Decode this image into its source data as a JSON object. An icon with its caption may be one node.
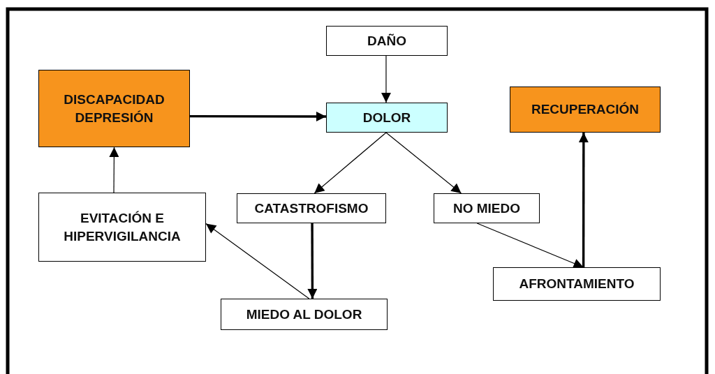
{
  "diagram": {
    "nodes": [
      {
        "text": [
          "DAÑO"
        ]
      },
      {
        "text": [
          "DISCAPACIDAD DEPRESIÓN"
        ]
      },
      {
        "text": [
          "DOLOR"
        ]
      },
      {
        "text": [
          "RECUPERACIÓN"
        ]
      },
      {
        "text": [
          "EVITACIÓN E HIPERVIGILANCIA"
        ]
      },
      {
        "text": [
          "CATASTROFISMO"
        ]
      },
      {
        "text": [
          "NO MIEDO"
        ]
      },
      {
        "text": [
          "AFRONTAMIENTO"
        ]
      },
      {
        "text": [
          "MIEDO AL DOLOR"
        ]
      }
    ],
    "edges": [
      {
        "from": 0,
        "to": 2,
        "arrow": "to"
      },
      {
        "from": 1,
        "to": 2,
        "arrow": "to",
        "style": "thick"
      },
      {
        "from": 2,
        "to": 5,
        "arrow": "to"
      },
      {
        "from": 2,
        "to": 6,
        "arrow": "to"
      },
      {
        "from": 5,
        "to": 8,
        "arrow": "to",
        "style": "thick"
      },
      {
        "from": 8,
        "to": 4,
        "arrow": "to"
      },
      {
        "from": 6,
        "to": 7,
        "arrow": "to"
      },
      {
        "from": 7,
        "to": 3,
        "arrow": "to",
        "style": "thick"
      },
      {
        "from": 4,
        "to": 1,
        "arrow": "to"
      }
    ]
  }
}
